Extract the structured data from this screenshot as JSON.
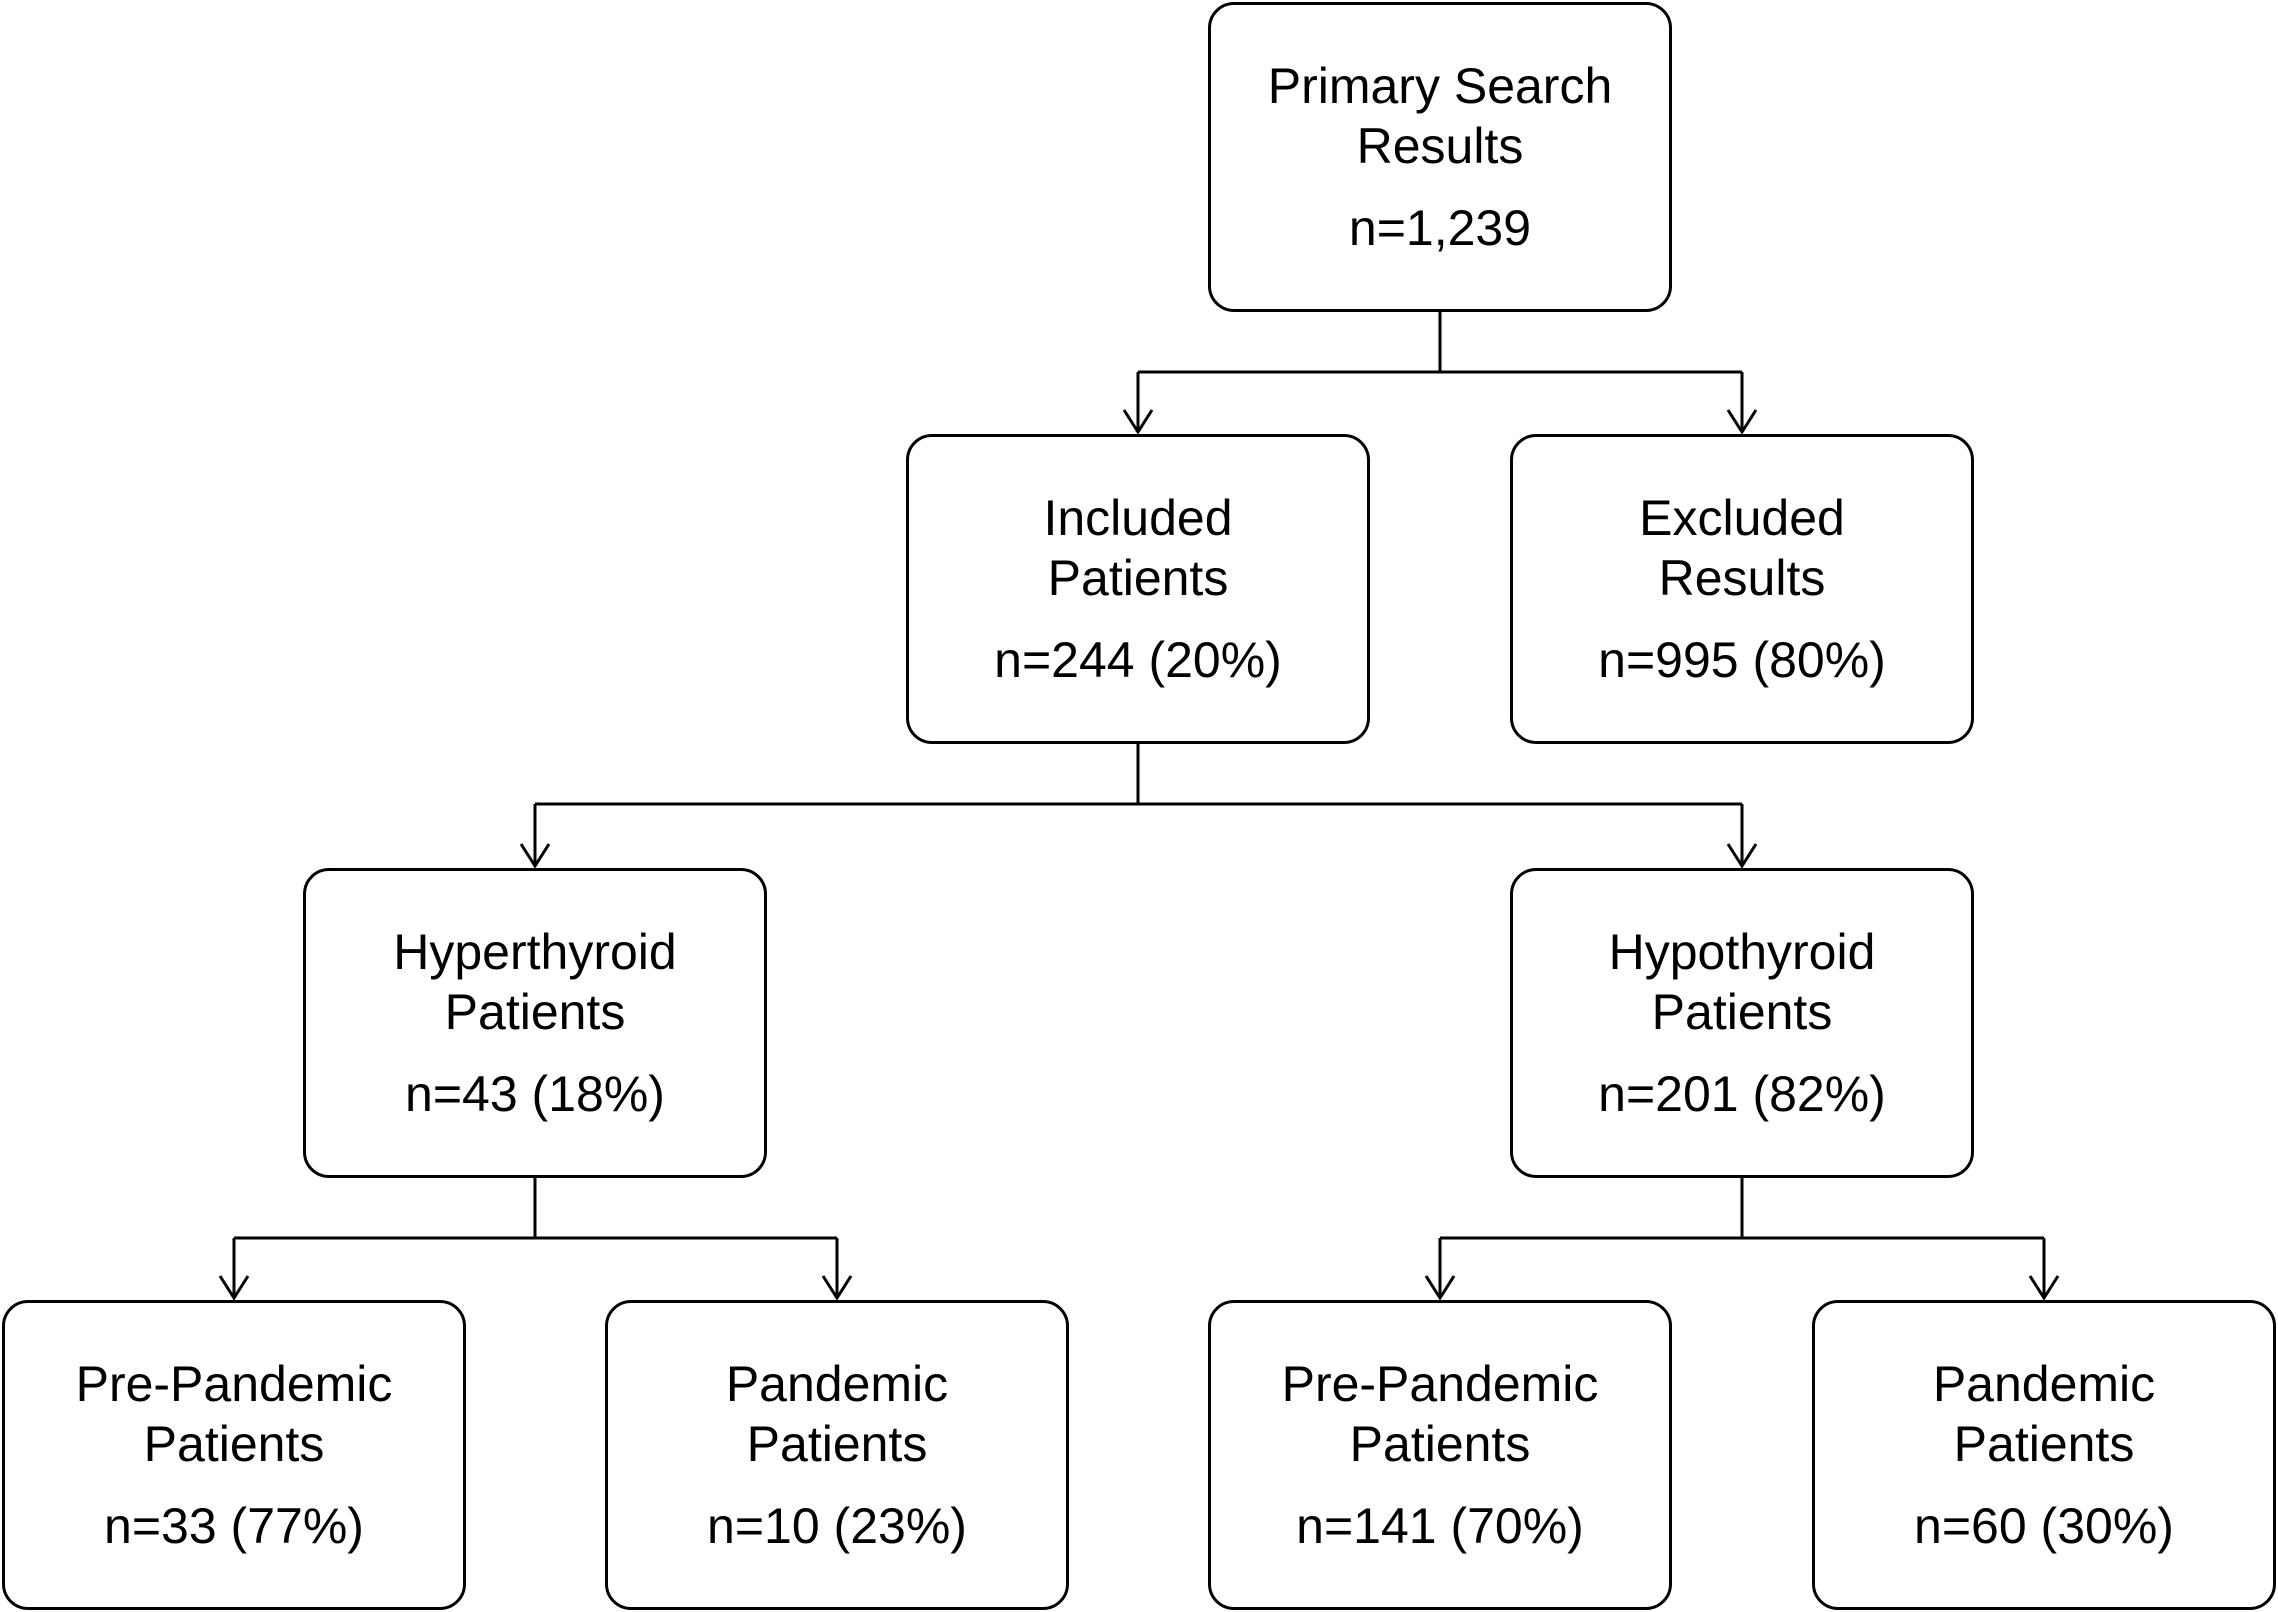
{
  "flowchart": {
    "primary": {
      "label_lines": [
        "Primary Search",
        "Results"
      ],
      "count": "n=1,239"
    },
    "included": {
      "label_lines": [
        "Included",
        "Patients"
      ],
      "count": "n=244 (20%)"
    },
    "excluded": {
      "label_lines": [
        "Excluded",
        "Results"
      ],
      "count": "n=995 (80%)"
    },
    "hyper": {
      "label_lines": [
        "Hyperthyroid",
        "Patients"
      ],
      "count": "n=43 (18%)"
    },
    "hypo": {
      "label_lines": [
        "Hypothyroid",
        "Patients"
      ],
      "count": "n=201 (82%)"
    },
    "hyper_pre": {
      "label_lines": [
        "Pre-Pandemic",
        "Patients"
      ],
      "count": "n=33 (77%)"
    },
    "hyper_pan": {
      "label_lines": [
        "Pandemic",
        "Patients"
      ],
      "count": "n=10 (23%)"
    },
    "hypo_pre": {
      "label_lines": [
        "Pre-Pandemic",
        "Patients"
      ],
      "count": "n=141 (70%)"
    },
    "hypo_pan": {
      "label_lines": [
        "Pandemic",
        "Patients"
      ],
      "count": "n=60 (30%)"
    }
  },
  "colors": {
    "stroke": "#000000",
    "background": "#ffffff"
  }
}
